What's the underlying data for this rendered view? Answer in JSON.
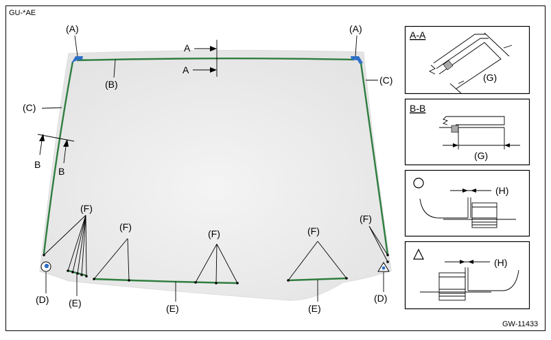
{
  "diagram": {
    "code": "GU-*AE",
    "figure_id": "GW-11433",
    "labels": {
      "a": "(A)",
      "b": "(B)",
      "c": "(C)",
      "d": "(D)",
      "e": "(E)",
      "f": "(F)",
      "g": "(G)",
      "h": "(H)"
    },
    "section_marks": {
      "a": "A",
      "b": "B"
    },
    "section_titles": {
      "aa": "A-A",
      "bb": "B-B"
    },
    "colors": {
      "glass": "#e9e9e9",
      "sealant": "#2e7d3e",
      "stopper": "#2f6fc8",
      "frame": "#000000"
    },
    "icons": [
      "circle-symbol-icon",
      "triangle-symbol-icon"
    ]
  }
}
